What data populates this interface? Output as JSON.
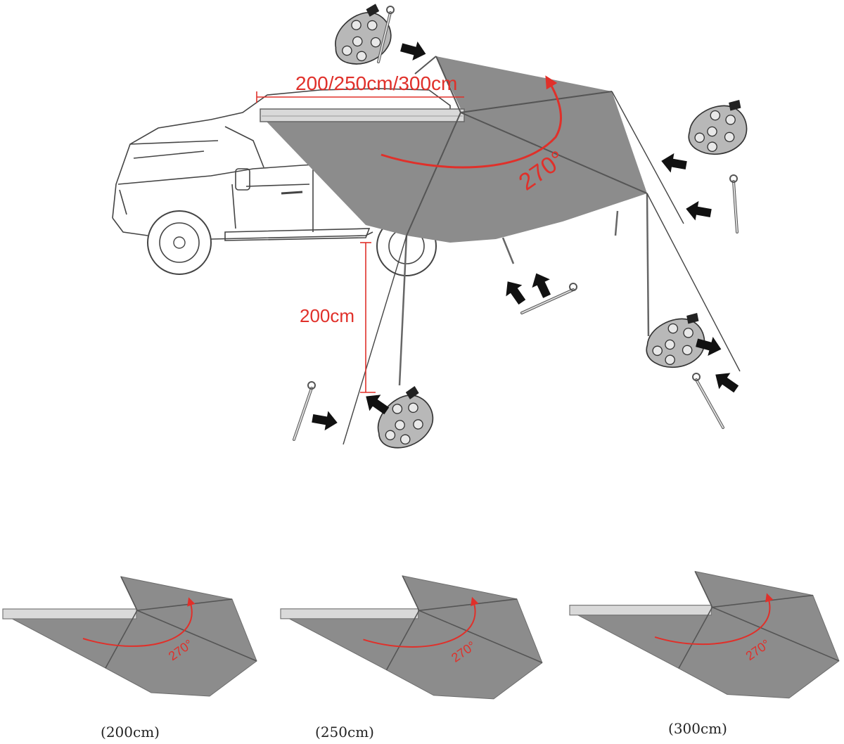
{
  "main_diagram": {
    "width_label": "200/250cm/300cm",
    "height_label": "200cm",
    "angle_label": "270°"
  },
  "variants": [
    {
      "angle_label": "270°",
      "size_label": "(200cm)"
    },
    {
      "angle_label": "270°",
      "size_label": "(250cm)"
    },
    {
      "angle_label": "270°",
      "size_label": "(300cm)"
    }
  ],
  "colors": {
    "canopy": "#8c8c8c",
    "frame": "#555555",
    "dimension": "#e0302a",
    "arrow": "#111111"
  }
}
